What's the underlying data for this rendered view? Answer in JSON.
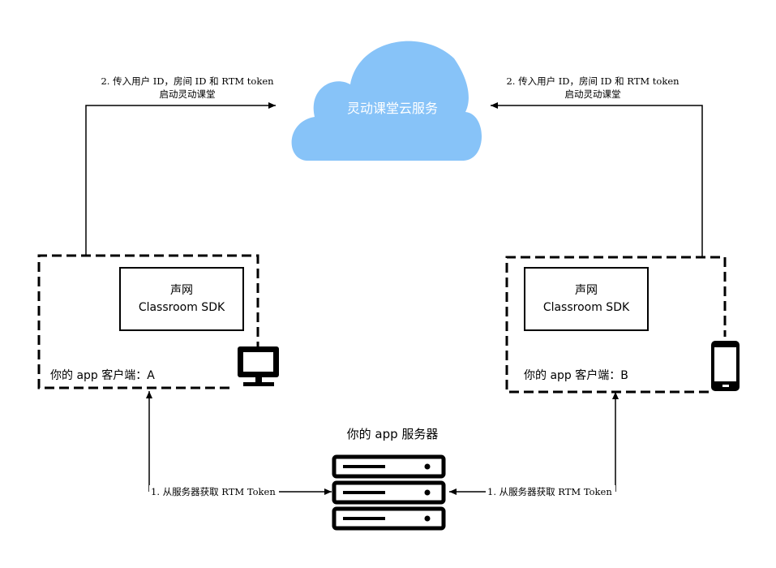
{
  "cloud": {
    "label": "灵动课堂云服务",
    "color": "#87c3f8"
  },
  "client_a": {
    "sdk_line1": "声网",
    "sdk_line2": "Classroom SDK",
    "caption": "你的 app 客户端：A",
    "device_icon": "monitor-icon"
  },
  "client_b": {
    "sdk_line1": "声网",
    "sdk_line2": "Classroom SDK",
    "caption": "你的 app 客户端：B",
    "device_icon": "phone-icon"
  },
  "server": {
    "label": "你的 app 服务器",
    "icon": "server-rack-icon"
  },
  "arrows": {
    "to_cloud_a_line1": "2. 传入用户 ID，房间 ID 和 RTM token",
    "to_cloud_a_line2": "启动灵动课堂",
    "to_cloud_b_line1": "2. 传入用户 ID，房间 ID 和 RTM token",
    "to_cloud_b_line2": "启动灵动课堂",
    "token_a": "1. 从服务器获取 RTM Token",
    "token_b": "1. 从服务器获取 RTM Token"
  }
}
